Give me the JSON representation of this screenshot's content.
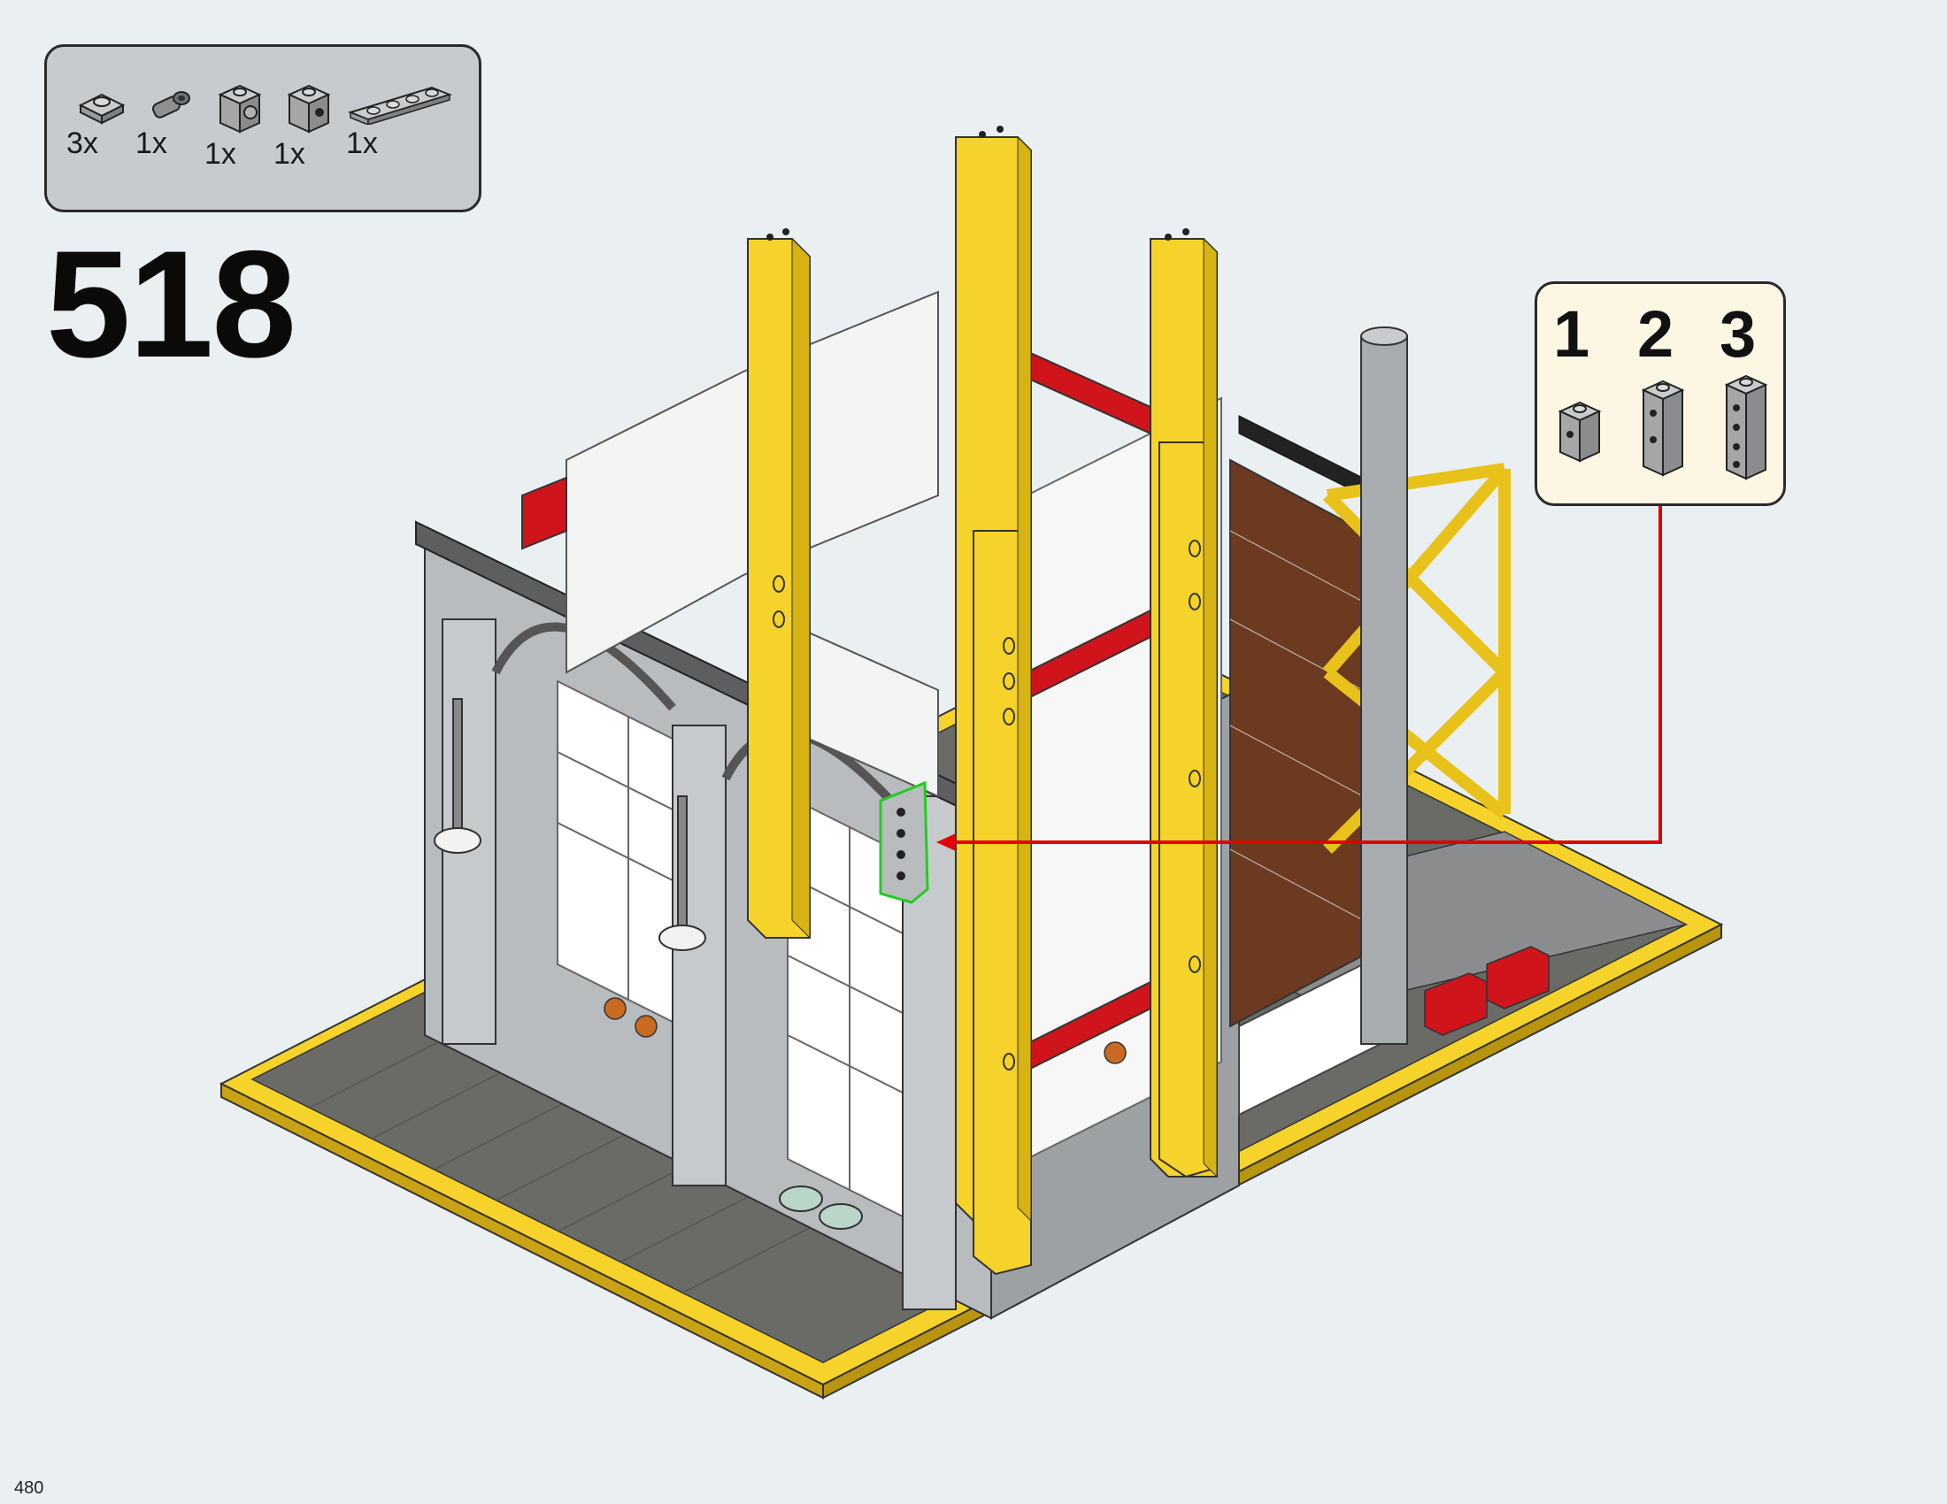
{
  "parts_list": {
    "items": [
      {
        "icon": "plate-1x1-icon",
        "qty": "3x"
      },
      {
        "icon": "bar-holder-icon",
        "qty": "1x"
      },
      {
        "icon": "brick-1x1-side-stud-icon",
        "qty": "1x"
      },
      {
        "icon": "brick-1x1-side-hole-icon",
        "qty": "1x"
      },
      {
        "icon": "plate-1x4-icon",
        "qty": "1x"
      }
    ]
  },
  "step": {
    "number": "518"
  },
  "callout": {
    "substeps": [
      {
        "label": "1",
        "icon": "substep-1-brick-icon"
      },
      {
        "label": "2",
        "icon": "substep-2-brick-icon"
      },
      {
        "label": "3",
        "icon": "substep-3-brick-icon"
      }
    ]
  },
  "page": {
    "number": "480"
  },
  "colors": {
    "background": "#eaeff2",
    "parts_box": "#c7cbce",
    "callout_box": "#fdf6e3",
    "arrow": "#e00000",
    "highlight": "#22cc22",
    "yellow": "#f6d32a",
    "light_gray": "#b9bcbf",
    "red": "#d0141c",
    "brown": "#6b3a20",
    "dark_floor": "#6a6a66"
  },
  "illustration": {
    "icon": "building-model-icon"
  }
}
